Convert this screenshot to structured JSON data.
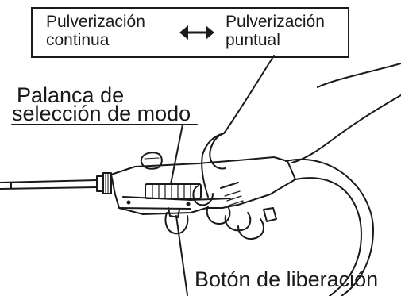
{
  "legend": {
    "left_mode": [
      "Pulverización",
      "continua"
    ],
    "right_mode": [
      "Pulverización",
      "puntual"
    ],
    "arrow_icon": "double-arrow-icon"
  },
  "callouts": {
    "lever": [
      "Palanca de",
      "selección de modo"
    ],
    "release": "Botón de liberación"
  },
  "colors": {
    "ink": "#1a1a1a",
    "background": "#ffffff"
  }
}
